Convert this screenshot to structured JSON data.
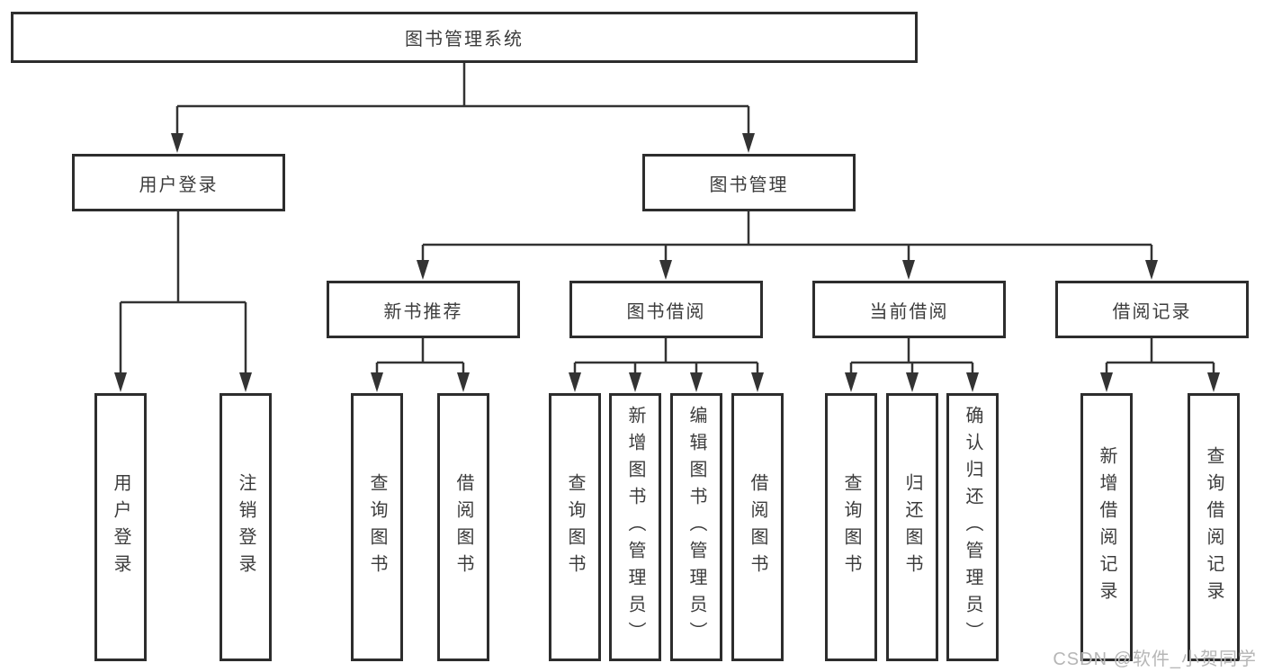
{
  "diagram": {
    "type": "functional-structure-tree",
    "colors": {
      "background": "#ffffff",
      "line": "#333333",
      "box_border": "#2d2d2d",
      "text": "#3c3c3c",
      "watermark": "#b6b6b6"
    },
    "tree": {
      "root": {
        "label": "图书管理系统",
        "children": [
          {
            "label": "用户登录",
            "children": [
              {
                "label": "用户登录"
              },
              {
                "label": "注销登录"
              }
            ]
          },
          {
            "label": "图书管理",
            "children": [
              {
                "label": "新书推荐",
                "children": [
                  {
                    "label": "查询图书"
                  },
                  {
                    "label": "借阅图书"
                  }
                ]
              },
              {
                "label": "图书借阅",
                "children": [
                  {
                    "label": "查询图书"
                  },
                  {
                    "label": "新增图书（管理员）"
                  },
                  {
                    "label": "编辑图书（管理员）"
                  },
                  {
                    "label": "借阅图书"
                  }
                ]
              },
              {
                "label": "当前借阅",
                "children": [
                  {
                    "label": "查询图书"
                  },
                  {
                    "label": "归还图书"
                  },
                  {
                    "label": "确认归还（管理员）"
                  }
                ]
              },
              {
                "label": "借阅记录",
                "children": [
                  {
                    "label": "新增借阅记录"
                  },
                  {
                    "label": "查询借阅记录"
                  }
                ]
              }
            ]
          }
        ]
      }
    }
  },
  "watermark": {
    "text": "CSDN @软件_小贺同学"
  }
}
